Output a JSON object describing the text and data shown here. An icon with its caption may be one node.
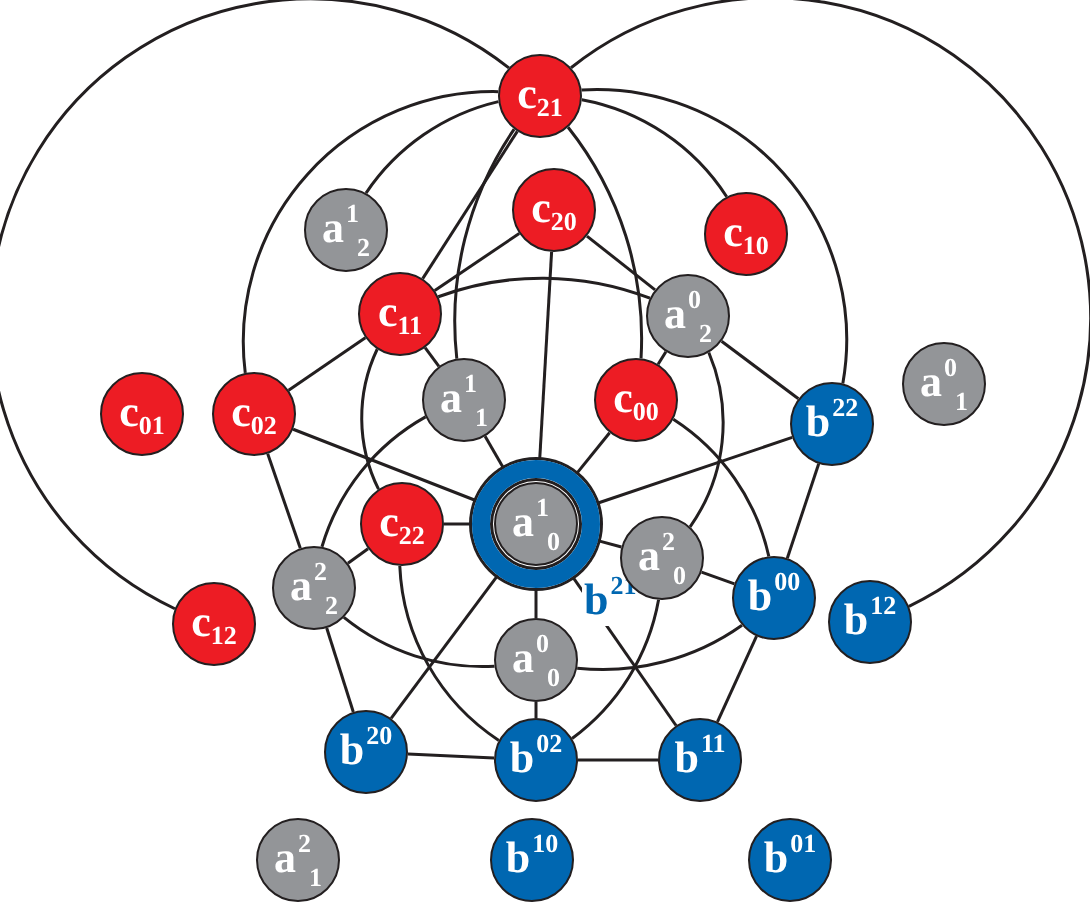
{
  "diagram": {
    "nodes": [
      {
        "text": [
          "c$_{21}$"
        ]
      },
      {
        "text": [
          "a$^{1}$$_{2}$"
        ]
      },
      {
        "text": [
          "c$_{20}$"
        ]
      },
      {
        "text": [
          "c$_{10}$"
        ]
      },
      {
        "text": [
          "c$_{11}$"
        ]
      },
      {
        "text": [
          "a$^{0}$$_{2}$"
        ]
      },
      {
        "text": [
          "c$_{01}$"
        ]
      },
      {
        "text": [
          "c$_{02}$"
        ]
      },
      {
        "text": [
          "a$^{1}$$_{1}$"
        ]
      },
      {
        "text": [
          "c$_{00}$"
        ]
      },
      {
        "text": [
          "b$^{22}$"
        ]
      },
      {
        "text": [
          "a$^{0}$$_{1}$"
        ]
      },
      {
        "text": [
          "b$^{21}$"
        ]
      },
      {
        "text": [
          "a$^{1}$$_{0}$"
        ],
        "in": 12
      },
      {
        "text": [
          "c$_{22}$"
        ]
      },
      {
        "text": [
          "a$^{2}$$_{2}$"
        ]
      },
      {
        "text": [
          "a$^{2}$$_{0}$"
        ]
      },
      {
        "text": [
          "b$^{00}$"
        ]
      },
      {
        "text": [
          "b$^{12}$"
        ]
      },
      {
        "text": [
          "c$_{12}$"
        ]
      },
      {
        "text": [
          "a$^{0}$$_{0}$"
        ]
      },
      {
        "text": [
          "b$^{20}$"
        ]
      },
      {
        "text": [
          "b$^{02}$"
        ]
      },
      {
        "text": [
          "b$^{11}$"
        ]
      },
      {
        "text": [
          "a$^{2}$$_{1}$"
        ]
      },
      {
        "text": [
          "b$^{10}$"
        ]
      },
      {
        "text": [
          "b$^{01}$"
        ]
      }
    ],
    "edges": [
      {
        "from": 0,
        "to": 19,
        "arrow": "none"
      },
      {
        "from": 0,
        "to": 18,
        "arrow": "none"
      },
      {
        "from": 0,
        "to": 7,
        "arrow": "none"
      },
      {
        "from": 0,
        "to": 10,
        "arrow": "none"
      },
      {
        "from": 0,
        "to": 1,
        "arrow": "none"
      },
      {
        "from": 0,
        "to": 3,
        "arrow": "none"
      },
      {
        "from": 0,
        "to": 4,
        "arrow": "none"
      },
      {
        "from": 0,
        "to": 8,
        "arrow": "none"
      },
      {
        "from": 0,
        "to": 9,
        "arrow": "none"
      },
      {
        "from": 2,
        "to": 4,
        "arrow": "none"
      },
      {
        "from": 2,
        "to": 5,
        "arrow": "none"
      },
      {
        "from": 2,
        "to": 12,
        "arrow": "none"
      },
      {
        "from": 4,
        "to": 7,
        "arrow": "none"
      },
      {
        "from": 4,
        "to": 8,
        "arrow": "none"
      },
      {
        "from": 4,
        "to": 14,
        "arrow": "none"
      },
      {
        "from": 4,
        "to": 5,
        "arrow": "none"
      },
      {
        "from": 8,
        "to": 12,
        "arrow": "none"
      },
      {
        "from": 8,
        "to": 15,
        "arrow": "none"
      },
      {
        "from": 5,
        "to": 9,
        "arrow": "none"
      },
      {
        "from": 5,
        "to": 10,
        "arrow": "none"
      },
      {
        "from": 5,
        "to": 16,
        "arrow": "none"
      },
      {
        "from": 9,
        "to": 12,
        "arrow": "none"
      },
      {
        "from": 9,
        "to": 17,
        "arrow": "none"
      },
      {
        "from": 7,
        "to": 12,
        "arrow": "none"
      },
      {
        "from": 7,
        "to": 15,
        "arrow": "none"
      },
      {
        "from": 12,
        "to": 10,
        "arrow": "none"
      },
      {
        "from": 14,
        "to": 12,
        "arrow": "none"
      },
      {
        "from": 14,
        "to": 15,
        "arrow": "none"
      },
      {
        "from": 12,
        "to": 16,
        "arrow": "none"
      },
      {
        "from": 12,
        "to": 20,
        "arrow": "none"
      },
      {
        "from": 12,
        "to": 21,
        "arrow": "none"
      },
      {
        "from": 12,
        "to": 23,
        "arrow": "none"
      },
      {
        "from": 16,
        "to": 17,
        "arrow": "none"
      },
      {
        "from": 10,
        "to": 17,
        "arrow": "none"
      },
      {
        "from": 15,
        "to": 21,
        "arrow": "none"
      },
      {
        "from": 15,
        "to": 20,
        "arrow": "none"
      },
      {
        "from": 14,
        "to": 22,
        "arrow": "none"
      },
      {
        "from": 16,
        "to": 22,
        "arrow": "none"
      },
      {
        "from": 17,
        "to": 20,
        "arrow": "none"
      },
      {
        "from": 17,
        "to": 23,
        "arrow": "none"
      },
      {
        "from": 20,
        "to": 22,
        "arrow": "none"
      },
      {
        "from": 21,
        "to": 22,
        "arrow": "none"
      },
      {
        "from": 22,
        "to": 23,
        "arrow": "none"
      }
    ]
  }
}
